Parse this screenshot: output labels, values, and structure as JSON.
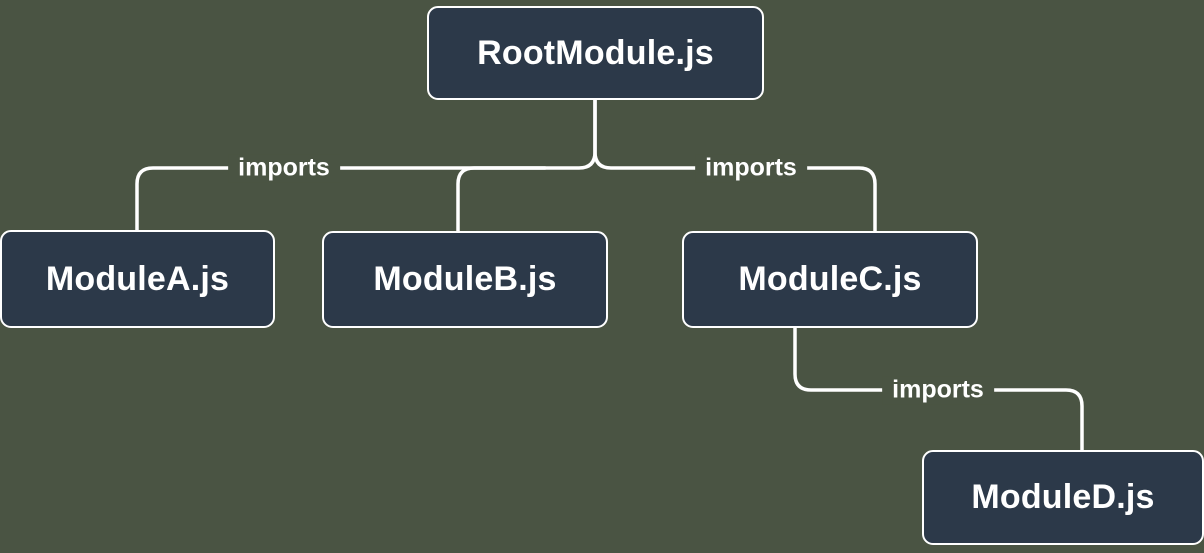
{
  "diagram": {
    "colors": {
      "background": "#4a5443",
      "node_fill": "#2c3949",
      "node_border": "#ffffff",
      "connector": "#ffffff",
      "label_text": "#ffffff"
    },
    "nodes": [
      {
        "id": "root",
        "label": "RootModule.js"
      },
      {
        "id": "module-a",
        "label": "ModuleA.js"
      },
      {
        "id": "module-b",
        "label": "ModuleB.js"
      },
      {
        "id": "module-c",
        "label": "ModuleC.js"
      },
      {
        "id": "module-d",
        "label": "ModuleD.js"
      }
    ],
    "edges": [
      {
        "from": "root",
        "to": "module-a",
        "label": "imports"
      },
      {
        "from": "root",
        "to": "module-b",
        "label": ""
      },
      {
        "from": "root",
        "to": "module-c",
        "label": "imports"
      },
      {
        "from": "module-c",
        "to": "module-d",
        "label": "imports"
      }
    ]
  }
}
